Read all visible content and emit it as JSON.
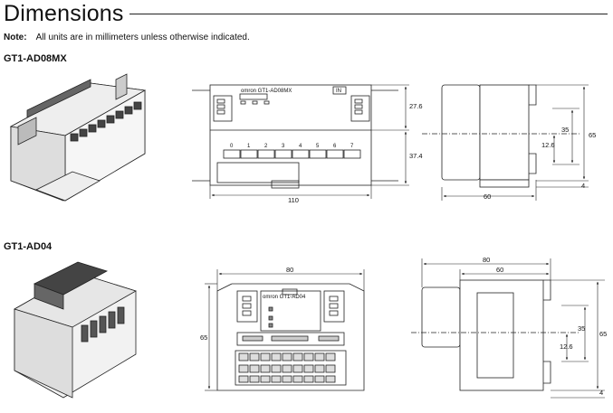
{
  "title": "Dimensions",
  "note": {
    "label": "Note:",
    "text": "All units are in millimeters unless otherwise indicated."
  },
  "models": [
    {
      "name": "GT1-AD08MX",
      "front_label": "omron GT1-AD08MX",
      "in_label": "IN",
      "channels": [
        "0",
        "1",
        "2",
        "3",
        "4",
        "5",
        "6",
        "7"
      ],
      "dims": {
        "width": "110",
        "upper": "27.6",
        "lower": "37.4",
        "side_width": "60",
        "side_height": "65",
        "rail": "35",
        "offset": "12.6",
        "foot": "4"
      }
    },
    {
      "name": "GT1-AD04",
      "front_label": "omron GT1-AD04",
      "dims": {
        "width": "80",
        "height": "65",
        "side_total": "80",
        "side_body": "60",
        "side_height": "65",
        "rail": "35",
        "offset": "12.6",
        "foot": "4"
      }
    }
  ]
}
